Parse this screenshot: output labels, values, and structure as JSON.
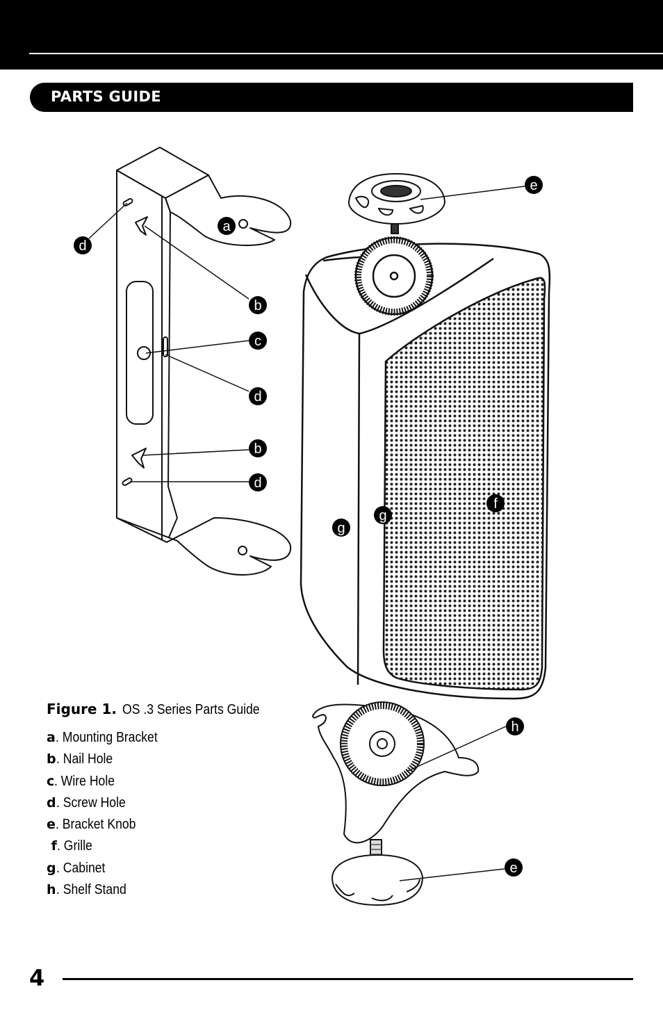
{
  "header": {
    "section_title": "PARTS GUIDE"
  },
  "callouts": {
    "a": "a",
    "b1": "b",
    "c": "c",
    "d1": "d",
    "d2": "d",
    "b2": "b",
    "d3": "d",
    "e_top": "e",
    "f": "f",
    "g1": "g",
    "g2": "g",
    "h": "h",
    "e_bottom": "e"
  },
  "caption": {
    "label": "Figure 1.",
    "text": "OS .3 Series Parts Guide"
  },
  "legend": [
    {
      "key": "a",
      "desc": ". Mounting Bracket"
    },
    {
      "key": "b",
      "desc": ". Nail Hole"
    },
    {
      "key": "c",
      "desc": ". Wire Hole"
    },
    {
      "key": "d",
      "desc": ". Screw Hole"
    },
    {
      "key": "e",
      "desc": ". Bracket Knob"
    },
    {
      "key": " f",
      "desc": ". Grille"
    },
    {
      "key": "g",
      "desc": ". Cabinet"
    },
    {
      "key": "h",
      "desc": ". Shelf Stand"
    }
  ],
  "footer": {
    "page_number": "4"
  }
}
